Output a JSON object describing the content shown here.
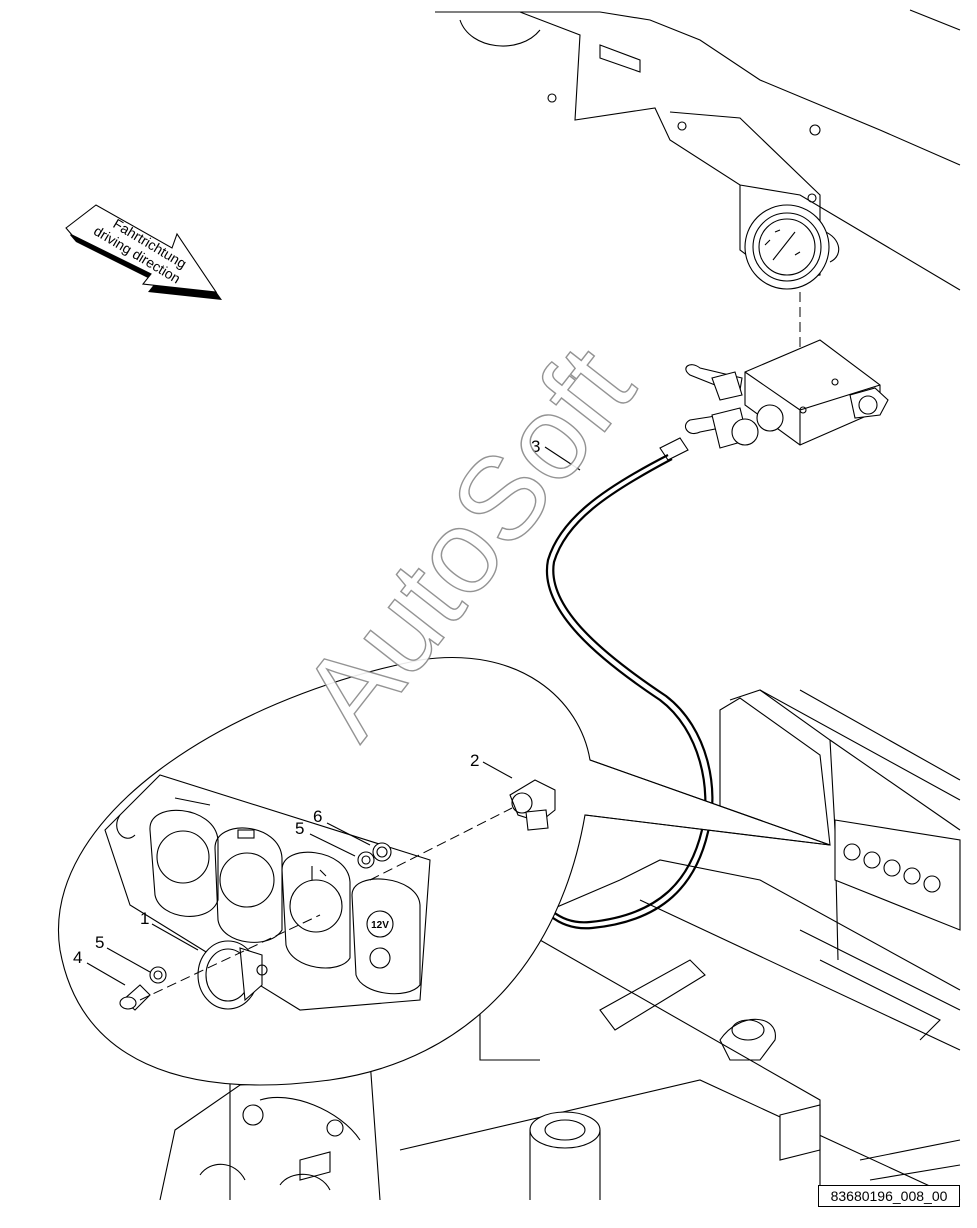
{
  "diagram": {
    "direction_arrow": {
      "line1": "Fahrtrichtung",
      "line2": "driving direction"
    },
    "callouts": [
      "1",
      "2",
      "3",
      "4",
      "5",
      "5",
      "6"
    ],
    "watermark": "AutoSoft",
    "panel_label_12v": "12V",
    "document_id": "83680196_008_00"
  }
}
